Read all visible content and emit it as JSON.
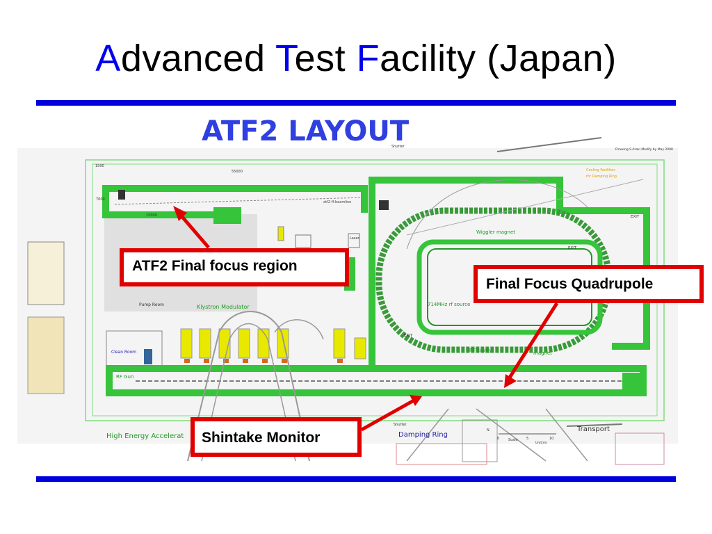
{
  "slide": {
    "title_parts": [
      {
        "text": "A",
        "accent": true
      },
      {
        "text": "dvanced ",
        "accent": false
      },
      {
        "text": "T",
        "accent": true
      },
      {
        "text": "est ",
        "accent": false
      },
      {
        "text": "F",
        "accent": true
      },
      {
        "text": "acility (Japan)",
        "accent": false
      }
    ],
    "rule_color": "#0000dd",
    "accent_color": "#0000ee"
  },
  "layout": {
    "heading": "ATF2  LAYOUT",
    "heading_color": "#2f3fe0",
    "labels": {
      "shutter_top": "Shutter",
      "shutter_bottom": "Shutter",
      "drawing_note": "Drawing S.Araki  Modify by May 2008",
      "dim_left": "1500",
      "dim_right": "55000",
      "dim_lower": "15000",
      "dim_side": "7000",
      "beamline": "atf2-ff-beamline",
      "cooling": "Cooling Facilities",
      "damping_ring_small": "for Damping Ring",
      "exit_1": "EXIT",
      "exit_2": "EXIT",
      "exit_3": "EXIT",
      "wiggler": "Wiggler magnet",
      "source": "714MHz rf source",
      "cavity": "RF cavity",
      "magnet": "magnet",
      "pump_room": "Pump Room",
      "klystron": "Klystron Modulator",
      "clean_room": "Clean Room",
      "rf_gun": "RF Gun",
      "laser": "Laser",
      "high_energy": "High Energy Accelerat",
      "damping_ring": "Damping Ring",
      "transport": "Transport",
      "scale": "Scale",
      "unit": "Unit(m)",
      "scale_0": "0",
      "scale_5": "5",
      "scale_10": "10",
      "north": "N"
    },
    "colors": {
      "wall": "#35c43a",
      "wall_dark": "#1e9a22",
      "klystron": "#e8e800",
      "magnet": "#333333",
      "building_line": "#999999",
      "outline_green": "#7fdc7f"
    }
  },
  "callouts": {
    "final_focus_region": "ATF2 Final focus region",
    "final_focus_quadrupole": "Final Focus Quadrupole",
    "shintake_monitor": "Shintake Monitor",
    "border_color": "#e00000"
  }
}
